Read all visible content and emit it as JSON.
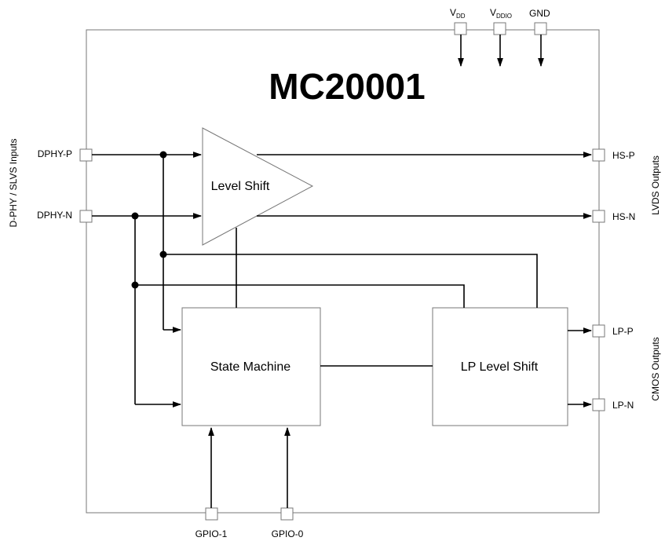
{
  "title": "MC20001",
  "blocks": {
    "level_shift": "Level Shift",
    "state_machine": "State Machine",
    "lp_level_shift": "LP Level Shift"
  },
  "pins": {
    "vdd": {
      "main": "V",
      "sub": "DD"
    },
    "vddio": {
      "main": "V",
      "sub": "DDIO"
    },
    "gnd": "GND",
    "dphy_p": "DPHY-P",
    "dphy_n": "DPHY-N",
    "hs_p": "HS-P",
    "hs_n": "HS-N",
    "lp_p": "LP-P",
    "lp_n": "LP-N",
    "gpio_1": "GPIO-1",
    "gpio_0": "GPIO-0"
  },
  "side_labels": {
    "inputs": "D-PHY / SLVS Inputs",
    "lvds": "LVDS Outputs",
    "cmos": "CMOS Outputs"
  }
}
